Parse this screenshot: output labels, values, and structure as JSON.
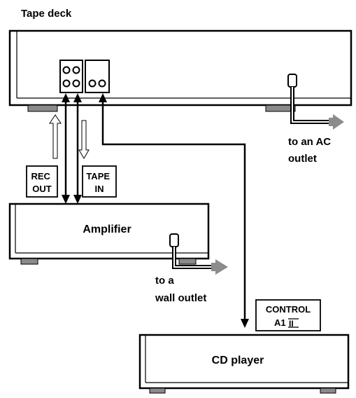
{
  "labels": {
    "tape_deck": "Tape deck",
    "amplifier": "Amplifier",
    "cd_player": "CD player",
    "rec_out_line1": "REC",
    "rec_out_line2": "OUT",
    "tape_in_line1": "TAPE",
    "tape_in_line2": "IN",
    "control_line1": "CONTROL",
    "control_line2": "A1",
    "control_symbol": "II",
    "ac_outlet_line1": "to an AC",
    "ac_outlet_line2": "outlet",
    "wall_outlet_line1": "to a",
    "wall_outlet_line2": "wall outlet"
  },
  "colors": {
    "line": "#000000",
    "device_fill": "#ffffff",
    "foot_fill": "#8a8a8a",
    "arrow_gray": "#8c8c8c"
  }
}
